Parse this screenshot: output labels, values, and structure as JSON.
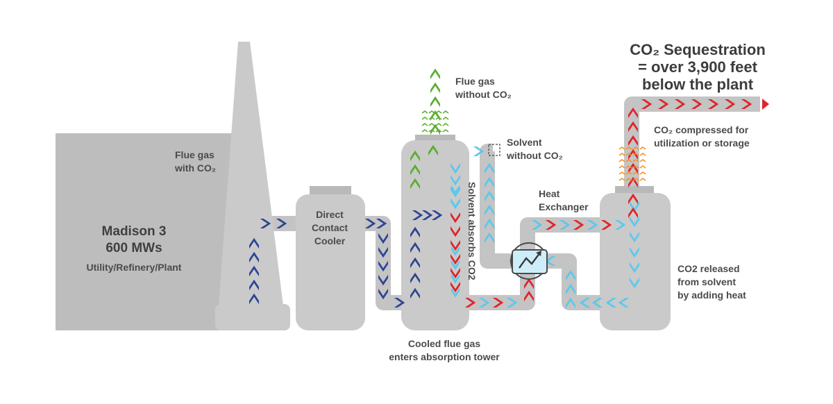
{
  "colors": {
    "structure": "#cacaca",
    "plant": "#bdbdbd",
    "pipe": "#c4c4c4",
    "text": "#4a4a4a",
    "flue_with_co2": "#2d4595",
    "flue_without_co2": "#5aae2f",
    "lean_solvent": "#5cc8ec",
    "rich_solvent": "#e0242b",
    "heat_waves": "#f29325",
    "exchanger": "#cdeef8"
  },
  "labels": {
    "plant_title_line1": "Madison 3",
    "plant_title_line2": "600 MWs",
    "plant_subtitle": "Utility/Refinery/Plant",
    "flue_with_co2_line1": "Flue gas",
    "flue_with_co2_line2": "with CO₂",
    "cooler_line1": "Direct",
    "cooler_line2": "Contact",
    "cooler_line3": "Cooler",
    "flue_without_co2_line1": "Flue gas",
    "flue_without_co2_line2": "without CO₂",
    "solvent_without_line1": "Solvent",
    "solvent_without_line2": "without CO₂",
    "solvent_absorbs": "Solvent absorbs CO2",
    "heat_exchanger_line1": "Heat",
    "heat_exchanger_line2": "Exchanger",
    "cooled_line1": "Cooled flue gas",
    "cooled_line2": "enters absorption tower",
    "sequestration_line1": "CO₂ Sequestration",
    "sequestration_line2": "= over 3,900 feet",
    "sequestration_line3": "below the plant",
    "compressed_line1": "CO₂ compressed for",
    "compressed_line2": "utilization or storage",
    "released_line1": "CO2 released",
    "released_line2": "from solvent",
    "released_line3": "by adding heat"
  },
  "icons": {
    "chevron": "chevron-arrow-icon",
    "exchanger": "heat-exchanger-icon",
    "wave": "heat-wave-icon"
  }
}
